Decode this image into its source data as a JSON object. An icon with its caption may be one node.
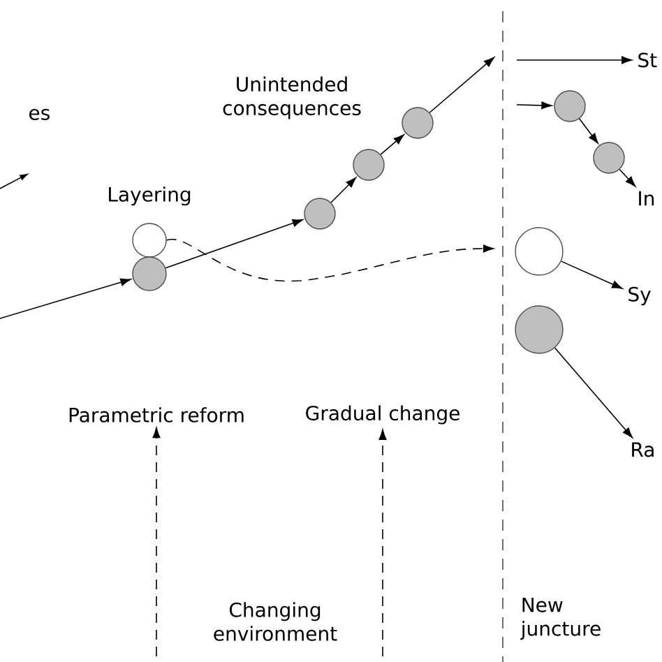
{
  "diagram": {
    "nodes": [
      {
        "text": [],
        "shape": "circle",
        "beside": [
          "Layering"
        ]
      },
      {
        "text": [],
        "shape": "circle"
      },
      {
        "text": [],
        "shape": "circle"
      },
      {
        "text": [],
        "shape": "circle"
      },
      {
        "text": [],
        "shape": "circle"
      },
      {
        "text": [
          "St"
        ]
      },
      {
        "text": [],
        "shape": "circle"
      },
      {
        "text": [],
        "shape": "circle"
      },
      {
        "text": [
          "In"
        ]
      },
      {
        "text": [],
        "shape": "circle"
      },
      {
        "text": [
          "Sy"
        ]
      },
      {
        "text": [],
        "shape": "circle"
      },
      {
        "text": [
          "Ra"
        ]
      },
      {
        "text": [
          "Parametric reform"
        ]
      },
      {
        "text": [
          "Gradual change"
        ]
      }
    ],
    "edges": [
      {
        "from": null,
        "to": 1,
        "arrow": "to"
      },
      {
        "from": 1,
        "to": 2,
        "arrow": "to"
      },
      {
        "from": 2,
        "to": 3,
        "arrow": "to"
      },
      {
        "from": 3,
        "to": 4,
        "arrow": "to"
      },
      {
        "from": 4,
        "to": null,
        "arrow": "to"
      },
      {
        "from": 0,
        "to": null,
        "arrow": "to",
        "style": "dashed"
      },
      {
        "from": null,
        "to": 5,
        "arrow": "to"
      },
      {
        "from": null,
        "to": 6,
        "arrow": "to"
      },
      {
        "from": 6,
        "to": 7,
        "arrow": "to"
      },
      {
        "from": 7,
        "to": 8,
        "arrow": "to"
      },
      {
        "from": 9,
        "to": 10,
        "arrow": "to"
      },
      {
        "from": 11,
        "to": 12,
        "arrow": "to"
      },
      {
        "from": null,
        "to": 13,
        "arrow": "to",
        "style": "dashed"
      },
      {
        "from": null,
        "to": 14,
        "arrow": "to",
        "style": "dashed"
      }
    ],
    "labels": [
      "es",
      "Unintended consequences",
      "Changing environment",
      "New juncture"
    ]
  }
}
